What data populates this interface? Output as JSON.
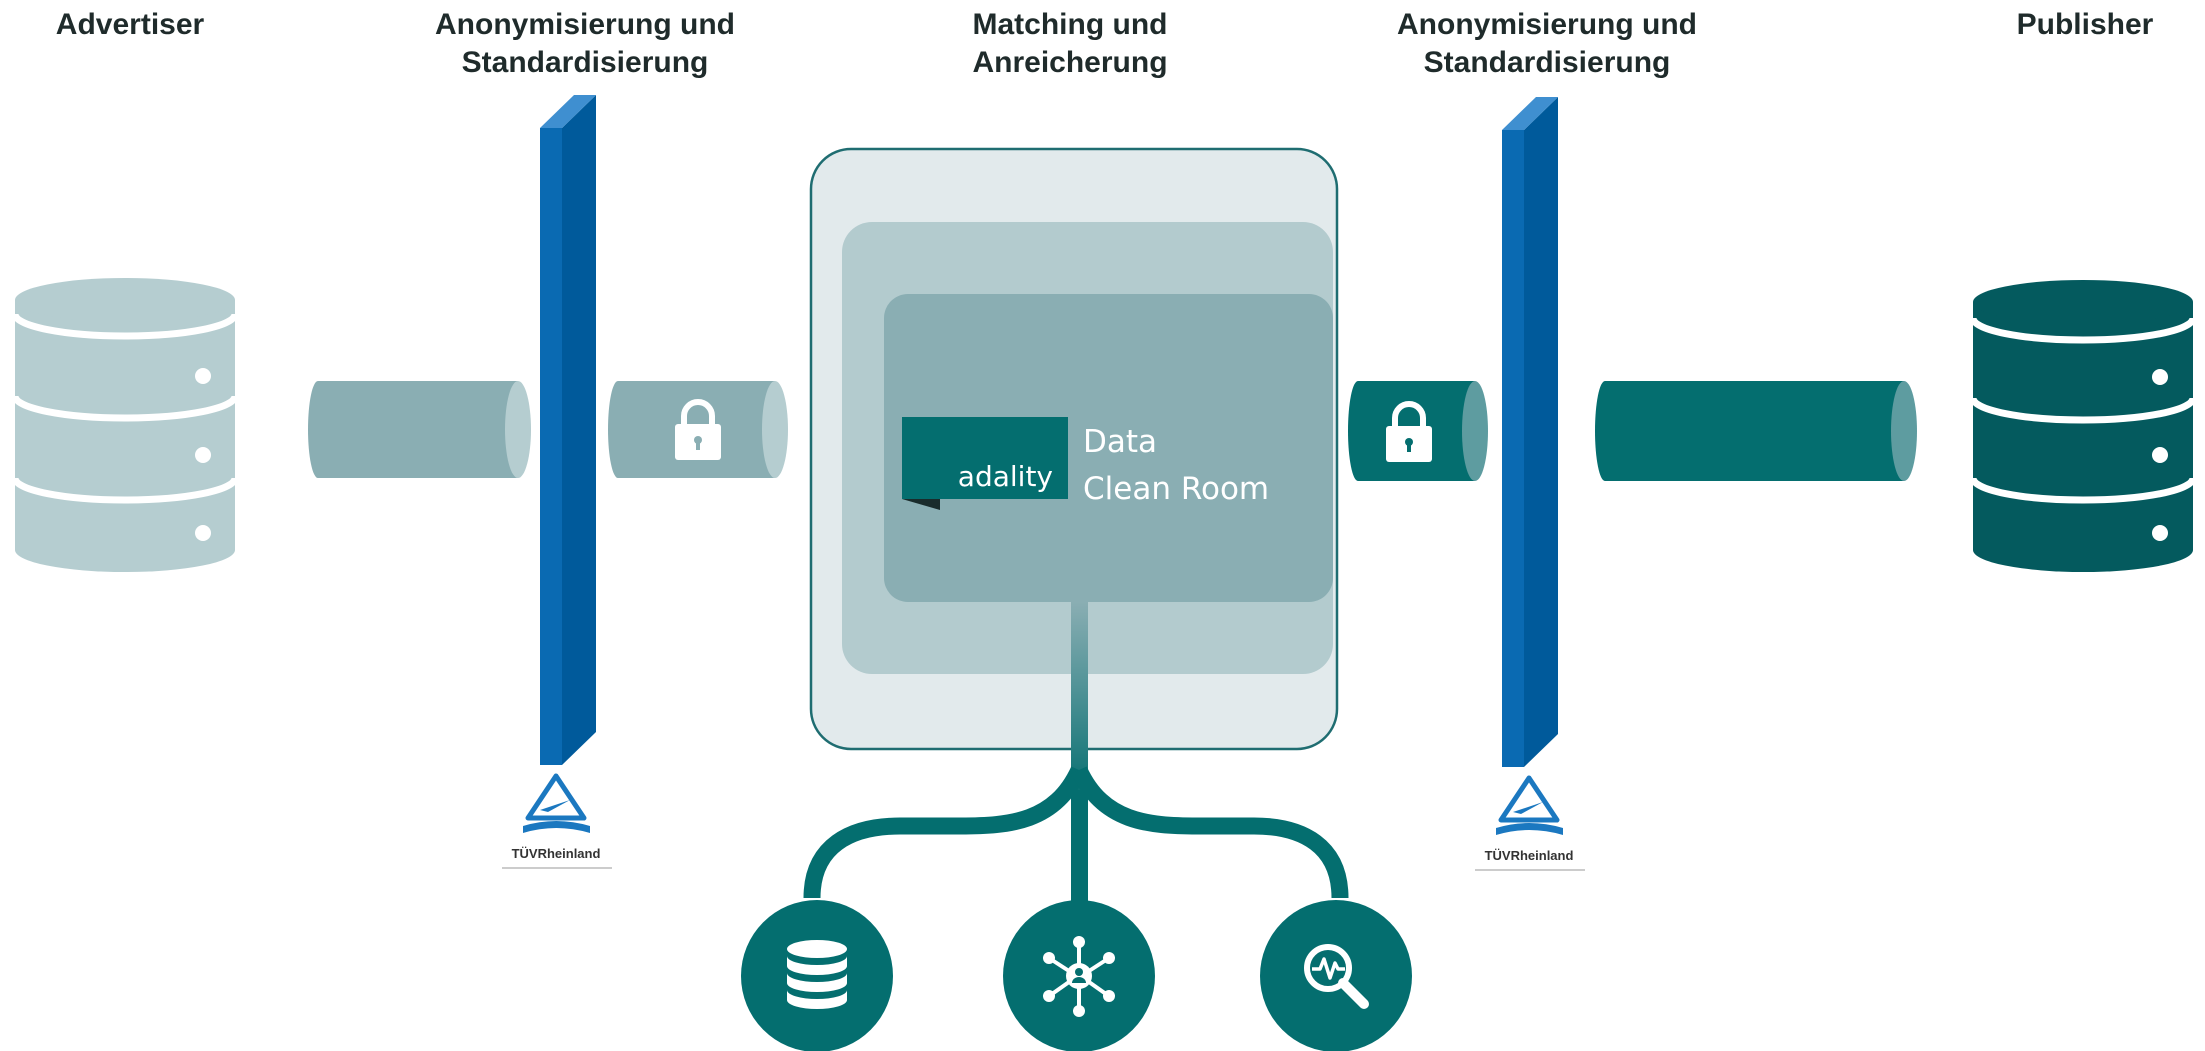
{
  "labels": {
    "advertiser": "Advertiser",
    "anon_left_line1": "Anonymisierung und",
    "anon_left_line2": "Standardisierung",
    "matching_line1": "Matching und",
    "matching_line2": "Anreicherung",
    "anon_right_line1": "Anonymisierung und",
    "anon_right_line2": "Standardisierung",
    "publisher": "Publisher"
  },
  "clean_room": {
    "brand": "adality",
    "title_line1": "Data",
    "title_line2": "Clean Room"
  },
  "certification": {
    "left": "TÜVRheinland",
    "right": "TÜVRheinland"
  },
  "icons": {
    "advertiser_database": "database-icon",
    "publisher_database": "database-icon",
    "left_pipe_lock": "lock-icon",
    "right_pipe_lock": "lock-icon",
    "bottom_left": "database-icon",
    "bottom_center": "network-icon",
    "bottom_right": "analytics-search-icon"
  },
  "colors": {
    "advertiser_side": "#b5cdd0",
    "advertiser_pipe": "#8aaeb3",
    "publisher_side": "#045a5e",
    "publisher_pipe": "#046e6f",
    "firewall": "#0a6ab2",
    "clean_room_outer": "#e2eaec",
    "clean_room_mid": "#b3cbce",
    "clean_room_inner": "#8aaeb3",
    "brand_teal": "#046e6f"
  }
}
